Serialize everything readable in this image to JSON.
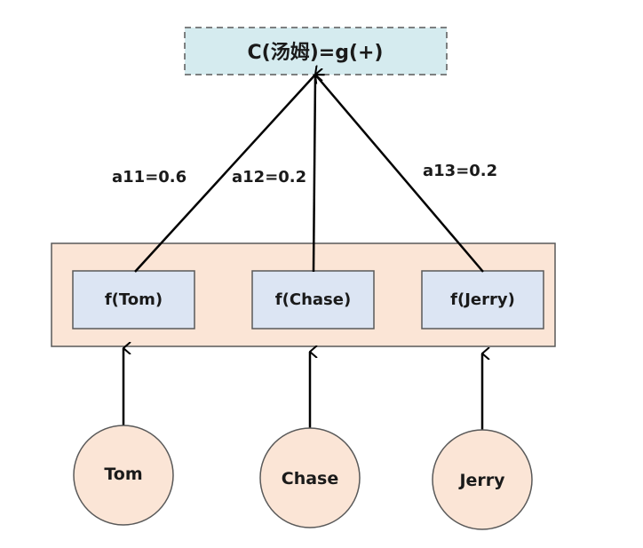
{
  "output_node": {
    "label": "C(汤姆)=g(+)"
  },
  "weights": [
    {
      "label": "a11=0.6"
    },
    {
      "label": "a12=0.2"
    },
    {
      "label": "a13=0.2"
    }
  ],
  "feature_boxes": [
    {
      "label": "f(Tom)"
    },
    {
      "label": "f(Chase)"
    },
    {
      "label": "f(Jerry)"
    }
  ],
  "input_nodes": [
    {
      "label": "Tom"
    },
    {
      "label": "Chase"
    },
    {
      "label": "Jerry"
    }
  ],
  "colors": {
    "output_fill": "#d5ebef",
    "group_fill": "#fbe5d6",
    "feature_fill": "#dce5f3",
    "input_fill": "#fbe5d6",
    "stroke": "#595959",
    "line": "#000000"
  }
}
